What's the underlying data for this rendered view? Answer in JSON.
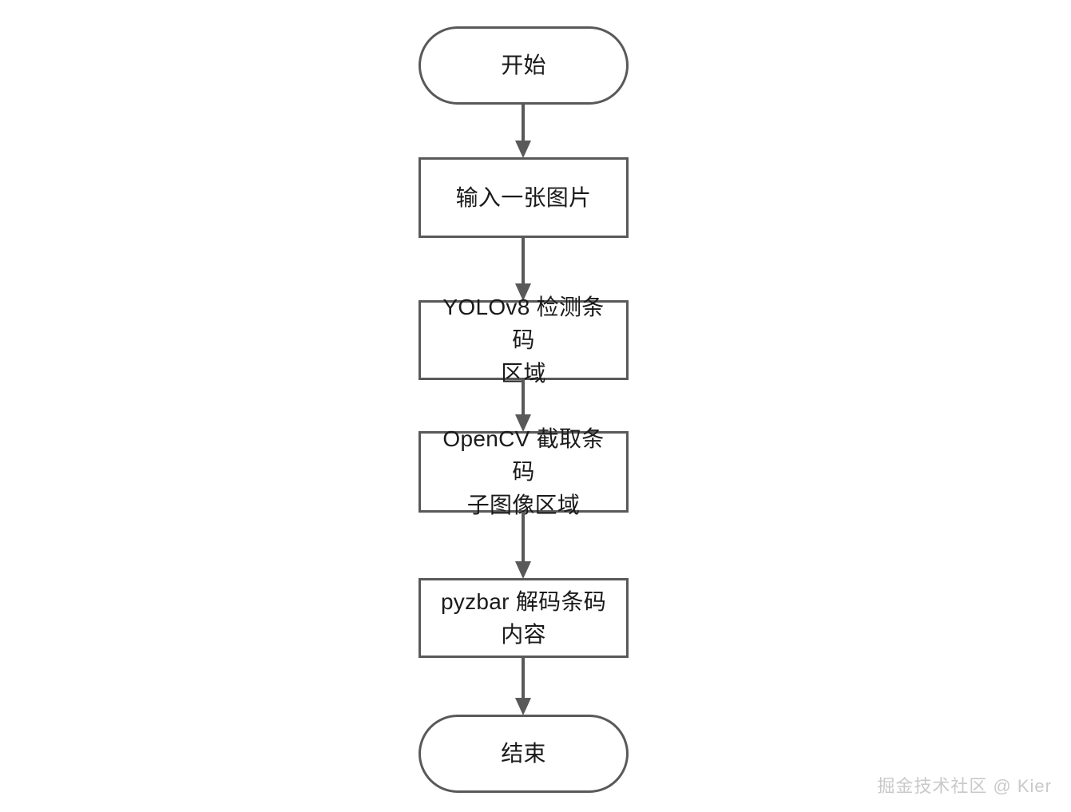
{
  "diagram": {
    "type": "flowchart",
    "orientation": "top-to-bottom",
    "background_color": "#ffffff",
    "stroke_color": "#595959",
    "text_color": "#1a1a1a",
    "nodes": [
      {
        "id": "start",
        "shape": "terminal",
        "label": "开始"
      },
      {
        "id": "input",
        "shape": "process",
        "label": "输入一张图片"
      },
      {
        "id": "detect",
        "shape": "process",
        "label": "YOLOv8 检测条码\n区域"
      },
      {
        "id": "crop",
        "shape": "process",
        "label": "OpenCV 截取条码\n子图像区域"
      },
      {
        "id": "decode",
        "shape": "process",
        "label": "pyzbar 解码条码\n内容"
      },
      {
        "id": "end",
        "shape": "terminal",
        "label": "结束"
      }
    ],
    "edges": [
      {
        "id": "e1",
        "from": "start",
        "to": "input",
        "arrow": "down",
        "label": ""
      },
      {
        "id": "e2",
        "from": "input",
        "to": "detect",
        "arrow": "down",
        "label": ""
      },
      {
        "id": "e3",
        "from": "detect",
        "to": "crop",
        "arrow": "down",
        "label": ""
      },
      {
        "id": "e4",
        "from": "crop",
        "to": "decode",
        "arrow": "down",
        "label": ""
      },
      {
        "id": "e5",
        "from": "decode",
        "to": "end",
        "arrow": "down",
        "label": ""
      }
    ]
  },
  "watermark": {
    "text": "掘金技术社区 @ Kier",
    "color": "#c9c9c9"
  }
}
